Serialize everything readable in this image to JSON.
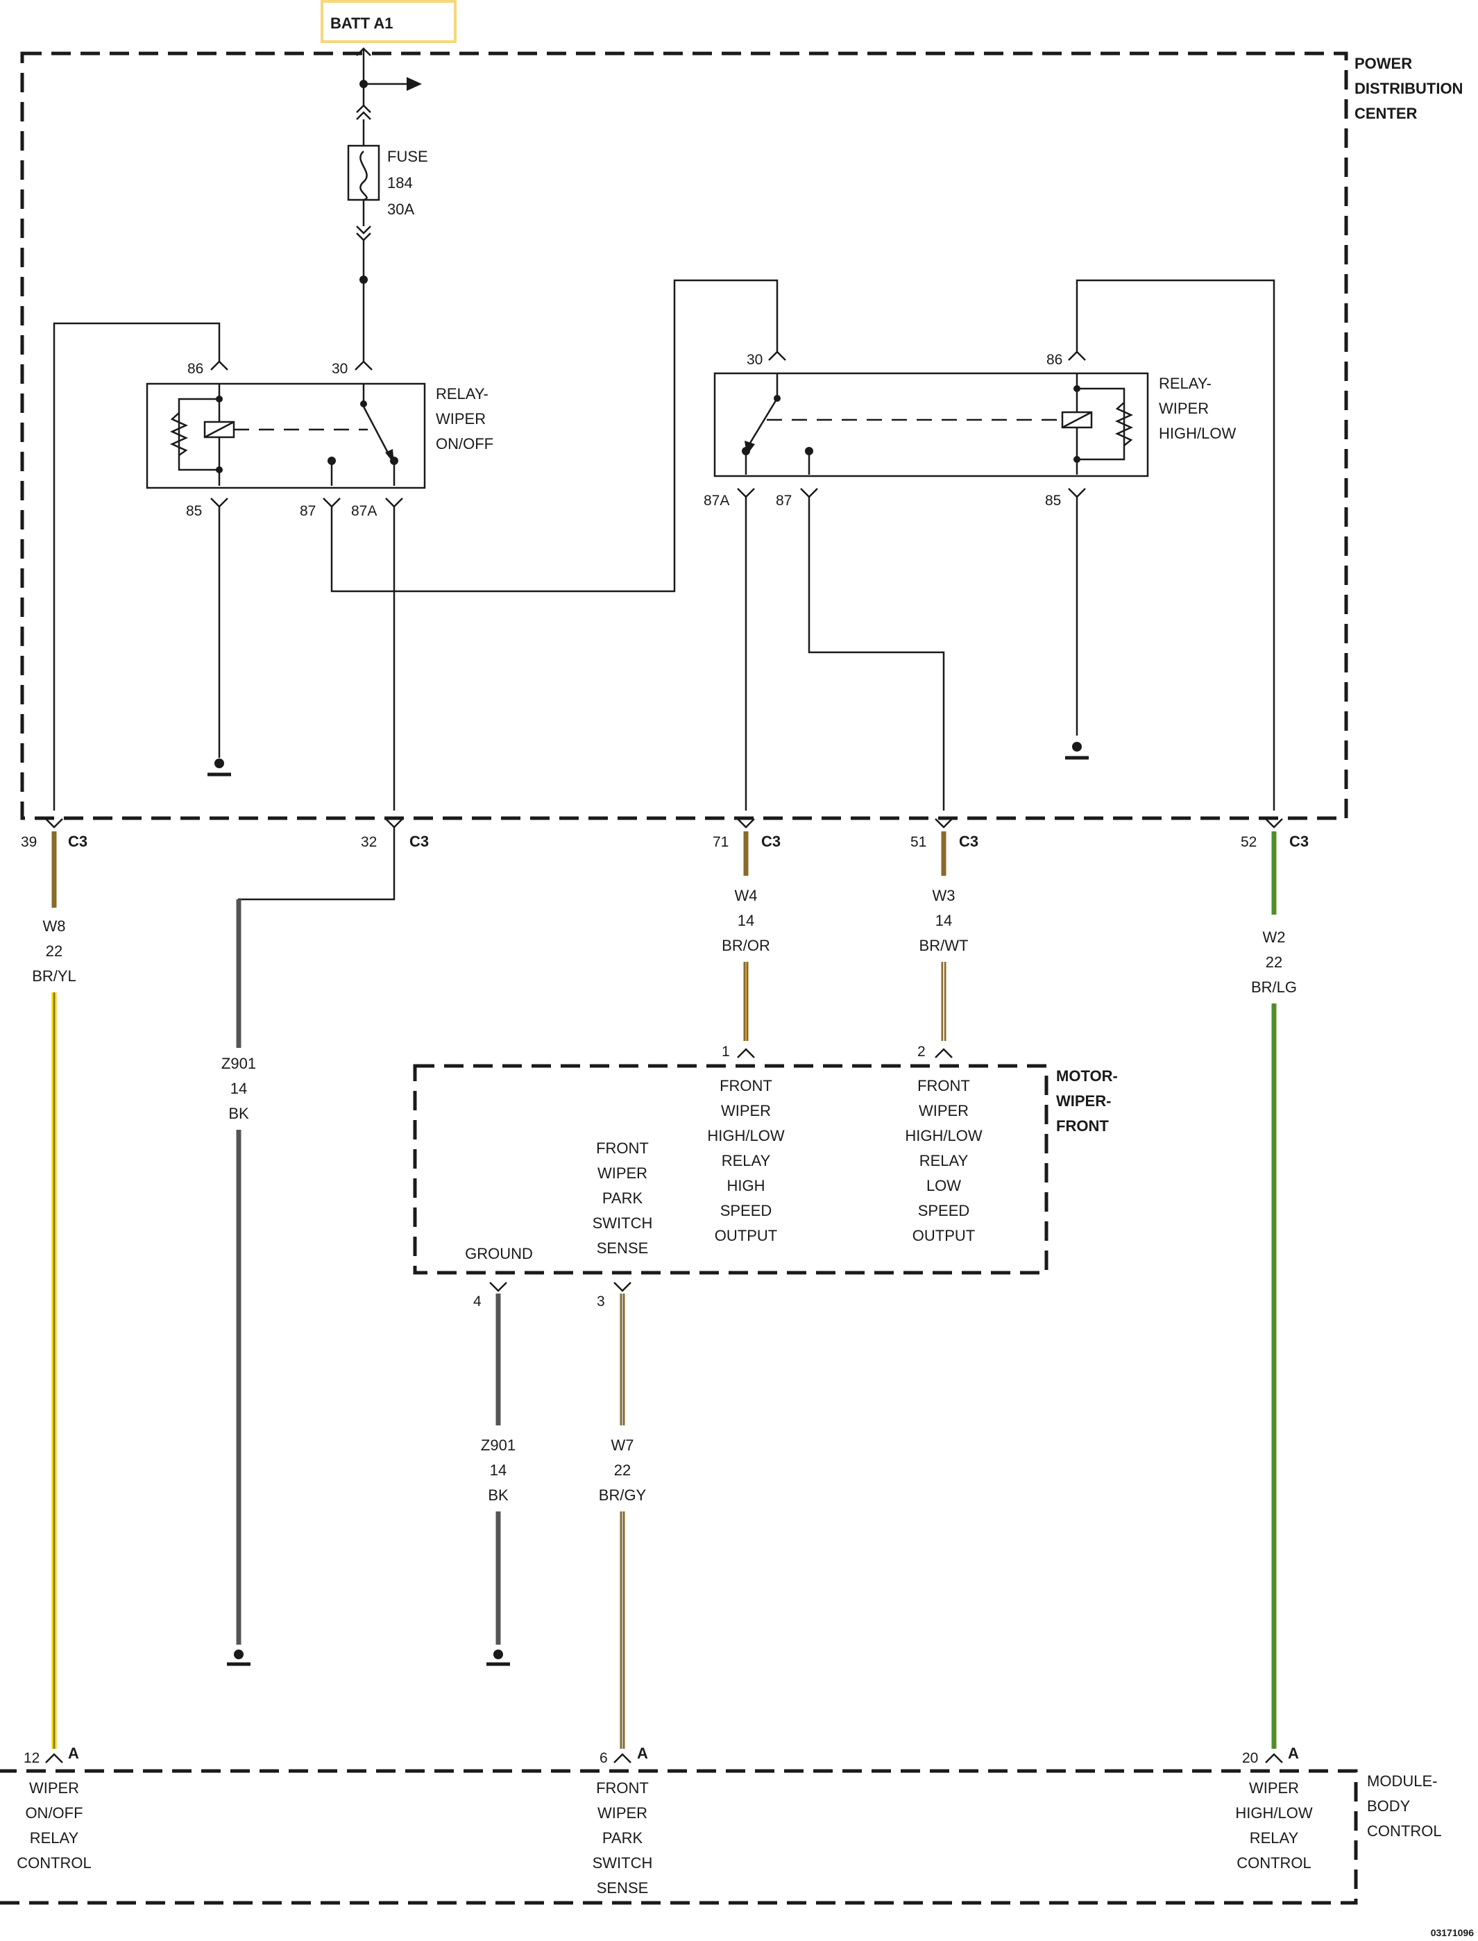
{
  "colors": {
    "line": "#1a1a1a",
    "wire_brown": "#8a6a2a",
    "wire_yellow": "#e6d200",
    "wire_green": "#3a9e2a",
    "wire_black": "#555555",
    "highlight_box": "#f7d77a"
  },
  "battery": {
    "label": "BATT A1"
  },
  "pdc": {
    "name": [
      "POWER",
      "DISTRIBUTION",
      "CENTER"
    ]
  },
  "fuse": {
    "label": [
      "FUSE",
      "184",
      "30A"
    ]
  },
  "relay_on_off": {
    "name": [
      "RELAY-",
      "WIPER",
      "ON/OFF"
    ],
    "pins": {
      "p86": "86",
      "p30": "30",
      "p85": "85",
      "p87": "87",
      "p87a": "87A"
    }
  },
  "relay_high_low": {
    "name": [
      "RELAY-",
      "WIPER",
      "HIGH/LOW"
    ],
    "pins": {
      "p30": "30",
      "p86": "86",
      "p87a": "87A",
      "p87": "87",
      "p85": "85"
    }
  },
  "c3_pins": [
    {
      "pin": "39",
      "conn": "C3"
    },
    {
      "pin": "32",
      "conn": "C3"
    },
    {
      "pin": "71",
      "conn": "C3"
    },
    {
      "pin": "51",
      "conn": "C3"
    },
    {
      "pin": "52",
      "conn": "C3"
    }
  ],
  "wires": {
    "w8": [
      "W8",
      "22",
      "BR/YL"
    ],
    "z901a": [
      "Z901",
      "14",
      "BK"
    ],
    "w4": [
      "W4",
      "14",
      "BR/OR"
    ],
    "w3": [
      "W3",
      "14",
      "BR/WT"
    ],
    "w2": [
      "W2",
      "22",
      "BR/LG"
    ],
    "z901b": [
      "Z901",
      "14",
      "BK"
    ],
    "w7": [
      "W7",
      "22",
      "BR/GY"
    ]
  },
  "motor": {
    "name": [
      "MOTOR-",
      "WIPER-",
      "FRONT"
    ],
    "pins": {
      "p1": "1",
      "p2": "2",
      "p3": "3",
      "p4": "4"
    },
    "labels": {
      "high": [
        "FRONT",
        "WIPER",
        "HIGH/LOW",
        "RELAY",
        "HIGH",
        "SPEED",
        "OUTPUT"
      ],
      "low": [
        "FRONT",
        "WIPER",
        "HIGH/LOW",
        "RELAY",
        "LOW",
        "SPEED",
        "OUTPUT"
      ],
      "park": [
        "FRONT",
        "WIPER",
        "PARK",
        "SWITCH",
        "SENSE"
      ],
      "ground": "GROUND"
    }
  },
  "module": {
    "name": [
      "MODULE-",
      "BODY",
      "CONTROL"
    ],
    "pins": [
      {
        "pin": "12",
        "conn": "A"
      },
      {
        "pin": "6",
        "conn": "A"
      },
      {
        "pin": "20",
        "conn": "A"
      }
    ],
    "labels": {
      "onoff": [
        "WIPER",
        "ON/OFF",
        "RELAY",
        "CONTROL"
      ],
      "park": [
        "FRONT",
        "WIPER",
        "PARK",
        "SWITCH",
        "SENSE"
      ],
      "highlow": [
        "WIPER",
        "HIGH/LOW",
        "RELAY",
        "CONTROL"
      ]
    }
  },
  "footer": {
    "code": "03171096"
  }
}
